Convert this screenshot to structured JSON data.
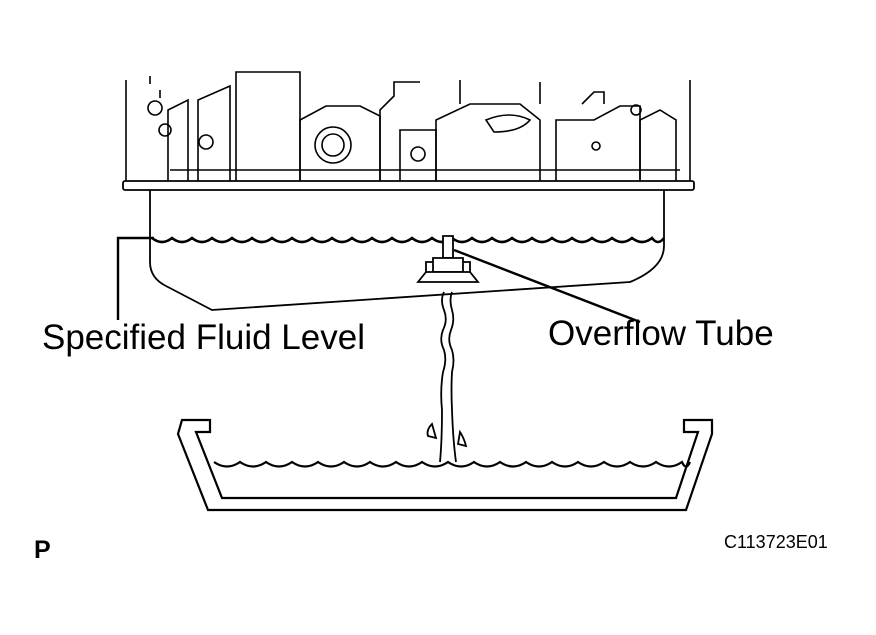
{
  "labels": {
    "specified_fluid_level": "Specified Fluid Level",
    "overflow_tube": "Overflow Tube",
    "view_marker": "P",
    "figure_code": "C113723E01"
  },
  "colors": {
    "line": "#000000",
    "background": "#ffffff"
  }
}
